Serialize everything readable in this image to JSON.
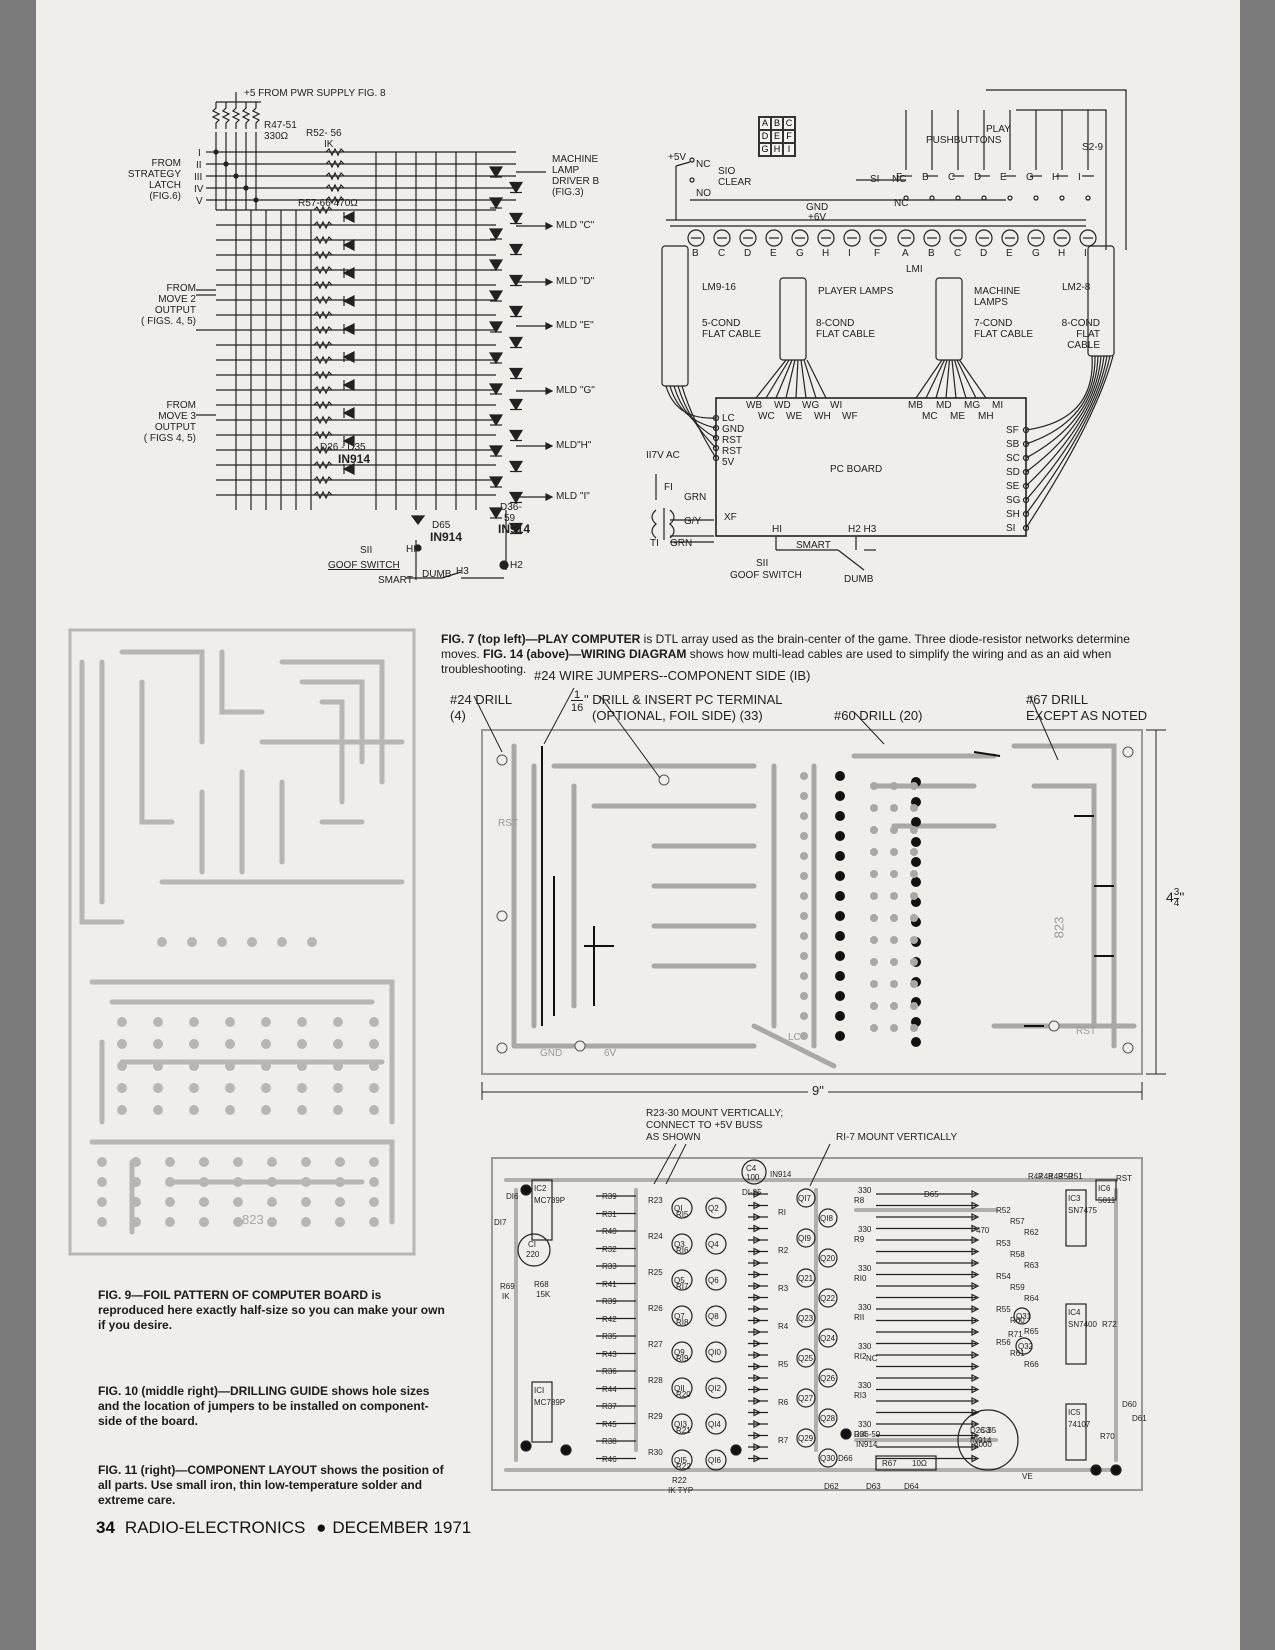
{
  "fig7": {
    "supply": "+5 FROM PWR SUPPLY FIG. 8",
    "r47": "R47-51",
    "r47v": "330Ω",
    "r52": "R52- 56",
    "r52v": "IK",
    "inputs": [
      "I",
      "II",
      "III",
      "IV",
      "V"
    ],
    "from_strategy": [
      "FROM",
      "STRATEGY",
      "LATCH",
      "(FIG.6)"
    ],
    "r57": "R57-66 470Ω",
    "from_move2": [
      "FROM",
      "MOVE 2",
      "OUTPUT",
      "( FIGS. 4, 5)"
    ],
    "from_move3": [
      "FROM",
      "MOVE 3",
      "OUTPUT",
      "( FIGS 4, 5)"
    ],
    "d26": "D26 - D35",
    "d26v": "IN914",
    "machine": [
      "MACHINE",
      "LAMP",
      "DRIVER B",
      "(FIG.3)"
    ],
    "mld": [
      "MLD \"C\"",
      "MLD \"D\"",
      "MLD \"E\"",
      "MLD \"G\"",
      "MLD\"H\"",
      "MLD \"I\""
    ],
    "d36": [
      "D36-",
      "59"
    ],
    "d36v": "IN914",
    "d65": "D65",
    "d65v": "IN914",
    "s11": "SII",
    "goof": "GOOF SWITCH",
    "smart": "SMART",
    "dumb": "DUMB",
    "h1": "HI",
    "h2": "H2",
    "h3": "H3"
  },
  "fig14": {
    "grid": [
      "A",
      "B",
      "C",
      "D",
      "E",
      "F",
      "G",
      "H",
      "I"
    ],
    "plus5v": "+5V",
    "nc": "NC",
    "no": "NO",
    "s10": [
      "SIO",
      "CLEAR"
    ],
    "gnd": "GND",
    "plus6v": "+6V",
    "play": [
      "PLAY",
      "PUSHBUTTONS"
    ],
    "s29": "S2-9",
    "s1": "SI",
    "s1nc": "NC",
    "s1nc2": "NC",
    "pb_letters": [
      "F",
      "B",
      "C",
      "D",
      "E",
      "G",
      "H",
      "I"
    ],
    "player_letters": [
      "B",
      "C",
      "D",
      "E",
      "G",
      "H",
      "I",
      "F"
    ],
    "machine_letters": [
      "A",
      "B",
      "C",
      "D",
      "E",
      "G",
      "H",
      "I"
    ],
    "lm1": "LMI",
    "lm9": "LM9-16",
    "lm2": "LM2-8",
    "player_lamps": "PLAYER LAMPS",
    "machine_lamps": [
      "MACHINE",
      "LAMPS"
    ],
    "cable5": [
      "5-COND",
      "FLAT CABLE"
    ],
    "cable8": [
      "8-COND",
      "FLAT CABLE"
    ],
    "cable7": [
      "7-COND",
      "FLAT CABLE"
    ],
    "cable8b": [
      "8-COND",
      "FLAT",
      "CABLE"
    ],
    "w_top": [
      "WB",
      "WD",
      "WG",
      "WI"
    ],
    "w_bot": [
      "WC",
      "WE",
      "WH",
      "WF"
    ],
    "m_top": [
      "MB",
      "MD",
      "MG",
      "MI"
    ],
    "m_bot": [
      "MC",
      "ME",
      "MH"
    ],
    "left_pins": [
      "LC",
      "GND",
      "RST",
      "RST",
      "5V"
    ],
    "right_pins": [
      "SF",
      "SB",
      "SC",
      "SD",
      "SE",
      "SG",
      "SH",
      "SI"
    ],
    "pcb": "PC BOARD",
    "ac": "II7V AC",
    "f1": "FI",
    "t1": "TI",
    "grn": "GRN",
    "gy": "G/Y",
    "grn2": "GRN",
    "xf": "XF",
    "h1": "HI",
    "h2h3": "H2 H3",
    "smart": "SMART",
    "s11": "SII",
    "goof": "GOOF SWITCH",
    "dumb": "DUMB"
  },
  "caption7": {
    "fig7_label": "FIG. 7 (top left)—",
    "fig7_name": "PLAY COMPUTER",
    "fig7_text": " is DTL array used as the brain-center of the game. Three diode-resistor networks determine moves. ",
    "fig14_label": "FIG. 14 (above)—",
    "fig14_name": "WIRING DIAGRAM",
    "fig14_text": " shows how multi-lead cables are used to simplify the wiring and as an aid when troubleshooting."
  },
  "fig10": {
    "jumpers": "#24 WIRE JUMPERS--COMPONENT SIDE (IB)",
    "drill24": "#24 DRILL",
    "drill24n": "(4)",
    "frac_num": "1",
    "frac_den": "16",
    "drill16": "\" DRILL & INSERT PC TERMINAL",
    "drill16b": "(OPTIONAL, FOIL SIDE) (33)",
    "drill60": "#60 DRILL (20)",
    "drill67": "#67 DRILL",
    "drill67b": "EXCEPT AS NOTED",
    "height_whole": "4",
    "height_num": "3",
    "height_den": "4",
    "height_unit": "\"",
    "width": "9\"",
    "pcb_labels": [
      "RST",
      "GND",
      "6V",
      "LC",
      "RST",
      "823"
    ]
  },
  "fig11": {
    "r23note": [
      "R23-30 MOUNT VERTICALLY;",
      "CONNECT TO +5V BUSS",
      "AS SHOWN"
    ],
    "r1note": "RI-7 MOUNT VERTICALLY",
    "c4": "C4",
    "c4v": "100",
    "in914": "IN914",
    "d125": "DI-25",
    "d16": "DI6",
    "d17": "DI7",
    "ic2": "IC2",
    "ic2v": "MC789P",
    "c1": "CI",
    "c1v": "220",
    "r69": "R69",
    "r69v": "IK",
    "r68": "R68",
    "r68v": "15K",
    "ic1": "ICI",
    "ic1v": "MC789P",
    "left_rs": [
      "R39",
      "R31",
      "R40",
      "R32",
      "R33",
      "R41",
      "R39",
      "R42",
      "R35",
      "R43",
      "R36",
      "R44",
      "R37",
      "R45",
      "R38",
      "R46"
    ],
    "mid_rs": [
      "R23",
      "R24",
      "R25",
      "R26",
      "R27",
      "R28",
      "R29",
      "R30"
    ],
    "mid_rs_b": [
      "RI5",
      "RI6",
      "RI7",
      "RI8",
      "RI9",
      "R20",
      "R21",
      "R22"
    ],
    "q_left": [
      "QI",
      "Q3",
      "Q5",
      "Q7",
      "Q9",
      "QII",
      "QI3",
      "QI5"
    ],
    "q_right": [
      "Q2",
      "Q4",
      "Q6",
      "Q8",
      "QI0",
      "QI2",
      "QI4",
      "QI6"
    ],
    "q_far": [
      "QI7",
      "QI8",
      "QI9",
      "Q20",
      "Q21",
      "Q22",
      "Q23",
      "Q24",
      "Q25",
      "Q26",
      "Q27",
      "Q28",
      "Q29",
      "Q30"
    ],
    "r_vert": [
      "RI",
      "R2",
      "R3",
      "R4",
      "R5",
      "R6",
      "R7"
    ],
    "r8_14": [
      "R8",
      "R9",
      "RI0",
      "RII",
      "RI2",
      "RI3",
      "RI4"
    ],
    "r330": "330",
    "r22typ": "R22",
    "iktyp": "IK TYP",
    "d66": "D66",
    "r67": "R67",
    "r67v": "10Ω",
    "d62": "D62",
    "d63": "D63",
    "d64": "D64",
    "d3659": "D36-59",
    "d3659v": "IN914",
    "nc": "NC",
    "d65": "D65",
    "r_right": [
      "R52",
      "R57",
      "R62",
      "R53",
      "R58",
      "R63",
      "R54",
      "R59",
      "R64",
      "R55",
      "R60",
      "R65",
      "R56",
      "R61",
      "R66"
    ],
    "r470": "470",
    "r_top": [
      "R47",
      "R48",
      "R49",
      "R50",
      "R51"
    ],
    "r330b": "330",
    "ic3": "IC3",
    "ic3v": "SN7475",
    "ic4": "IC4",
    "ic4v": "SN7400",
    "ic5": "IC5",
    "ic5v": "74107",
    "ic6": "IC6",
    "ic6v": "5011",
    "r71": "R71",
    "r72": "R72",
    "r70": "R70",
    "q31": "Q31",
    "q32": "Q32",
    "d2635": "D26-35",
    "d2635v": "IN914",
    "d60": "D60",
    "d61": "D61",
    "c3": "C3",
    "c3v": "6000",
    "r6v": "RST",
    "ve": "VE"
  },
  "captions": {
    "fig9_label": "FIG. 9—",
    "fig9_name": "FOIL PATTERN OF COMPUTER BOARD",
    "fig9_text": " is reproduced here exactly half-size so you can make your own if you desire.",
    "fig10_label": "FIG. 10 (middle right)—",
    "fig10_name": "DRILLING GUIDE",
    "fig10_text": " shows hole sizes and the location of jumpers to be installed on component-side of the board.",
    "fig11_label": "FIG. 11 (right)—",
    "fig11_name": "COMPONENT LAYOUT",
    "fig11_text": " shows the position of all parts. Use small iron, thin low-temperature solder and extreme care."
  },
  "fig9": {
    "board_label": "823"
  },
  "footer": {
    "page": "34",
    "magazine": "RADIO-ELECTRONICS",
    "bullet": "●",
    "date": "DECEMBER 1971"
  }
}
